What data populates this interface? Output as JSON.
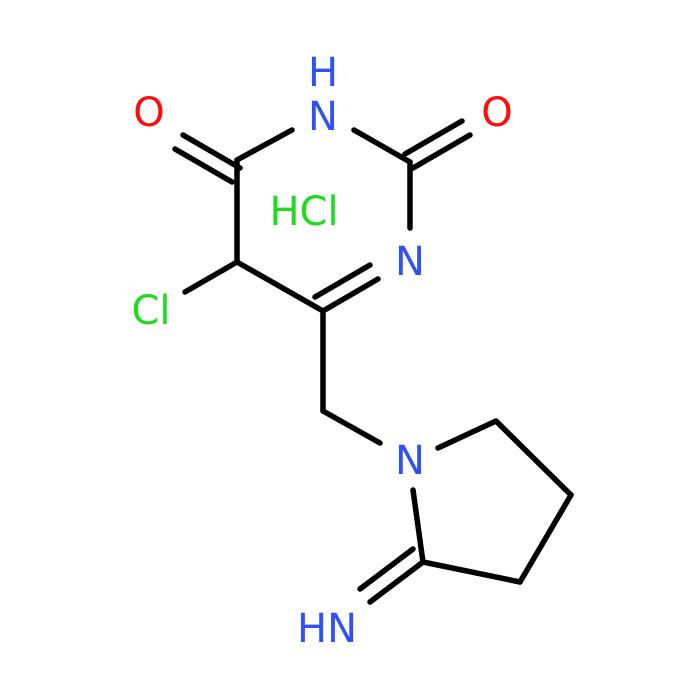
{
  "molecule": {
    "colors": {
      "bond": "#000000",
      "O": "#ff0d0d",
      "N": "#3050f8",
      "Cl": "#1fdb1f"
    },
    "atoms": [
      {
        "id": "h_top",
        "symbol": "H",
        "element": "N"
      },
      {
        "id": "o_left",
        "symbol": "O",
        "element": "O"
      },
      {
        "id": "nh_top",
        "symbol": "N",
        "element": "N"
      },
      {
        "id": "o_right",
        "symbol": "O",
        "element": "O"
      },
      {
        "id": "hcl",
        "symbol": "HCl",
        "element": "Cl"
      },
      {
        "id": "n_ring",
        "symbol": "N",
        "element": "N"
      },
      {
        "id": "cl",
        "symbol": "Cl",
        "element": "Cl"
      },
      {
        "id": "n_pyrrolidine",
        "symbol": "N",
        "element": "N"
      },
      {
        "id": "hn_imine",
        "symbol": "HN",
        "element": "N"
      }
    ]
  }
}
